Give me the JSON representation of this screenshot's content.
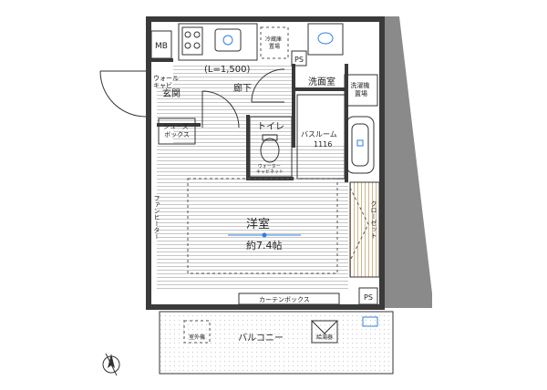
{
  "labels": {
    "mb": "MB",
    "ps_top": "PS",
    "ps_bottom": "PS",
    "counter_length": "(L=1,500)",
    "hallway": "廊下",
    "wall_cabinet": "ウォール\nキャビ",
    "entrance": "玄関",
    "shoe_box": "シューズ\nボックス",
    "fridge_space": "冷蔵庫\n置場",
    "washroom": "洗面室",
    "washer_space": "洗濯機\n置場",
    "toilet": "トイレ",
    "bathroom": "バスルーム\n1116",
    "toilet_cabinet": "ウォーター\nキャビネット",
    "closet": "クローゼット",
    "western_room": "洋室",
    "room_size": "約7.4帖",
    "fan_heater": "ファンヒーター",
    "curtain_box": "カーテンボックス",
    "balcony": "バルコニー",
    "ac_unit": "室外機",
    "water_heater": "給湯器"
  }
}
